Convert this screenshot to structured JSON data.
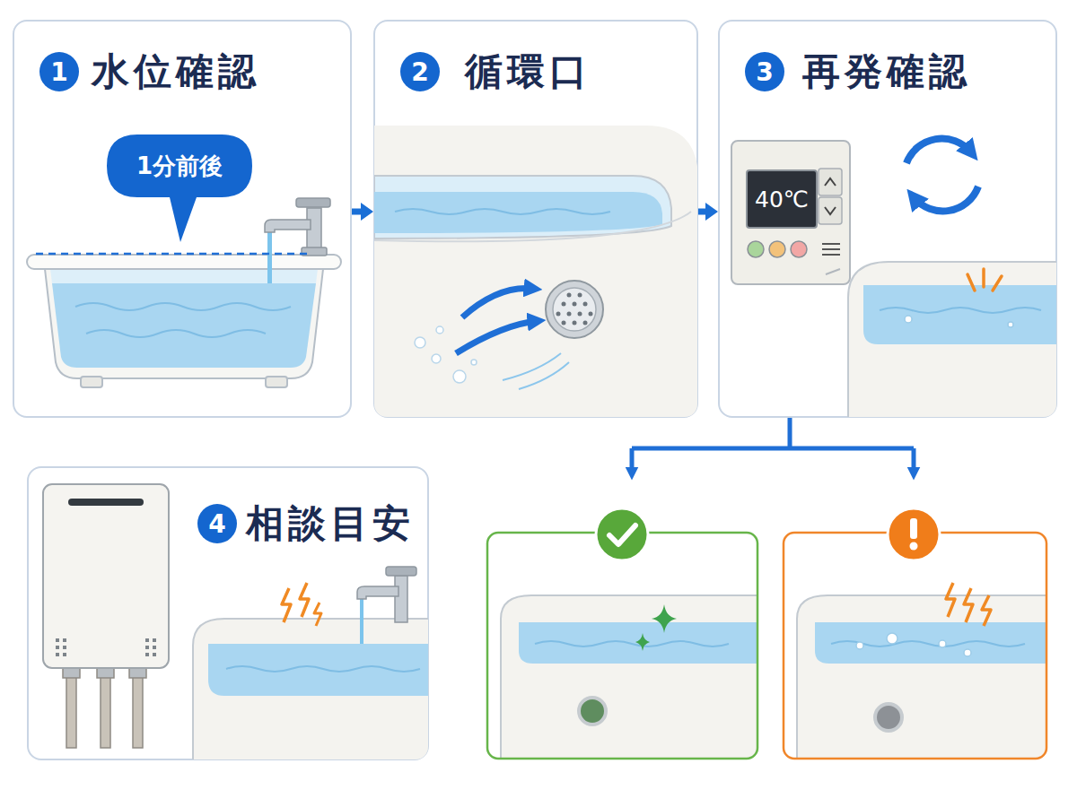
{
  "diagram": {
    "nodes": [
      {
        "text": [
          "1",
          "水位確認"
        ]
      },
      {
        "text": [
          "1分前後"
        ],
        "in": 0
      },
      {
        "text": [
          "2",
          "循環口"
        ]
      },
      {
        "text": [
          "3",
          "再発確認"
        ]
      },
      {
        "text": [
          "40℃"
        ],
        "in": 3
      },
      {
        "text": [
          "4",
          "相談目安"
        ]
      }
    ],
    "edges": [
      {
        "from": 0,
        "to": 2,
        "arrow": "to"
      },
      {
        "from": 2,
        "to": 3,
        "arrow": "to"
      }
    ]
  }
}
